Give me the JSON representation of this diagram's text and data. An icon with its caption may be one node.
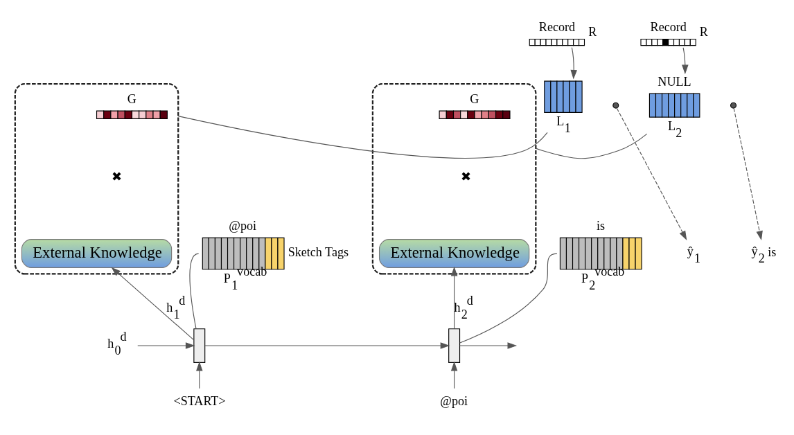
{
  "diagram": {
    "nodes": [
      {
        "text": [
          "Record"
        ],
        "beside": [
          "R"
        ]
      },
      {
        "text": [
          "Record"
        ],
        "beside": [
          "R"
        ]
      },
      {
        "text": [],
        "shape": "box"
      },
      {
        "text": [
          "G"
        ],
        "in": 2
      },
      {
        "text": [
          "External Knowledge"
        ],
        "in": 2
      },
      {
        "text": [
          "L$_{1}$"
        ]
      },
      {
        "text": [],
        "shape": "circle"
      },
      {
        "text": [
          "ŷ$_{1}$"
        ]
      },
      {
        "text": [
          "@poi",
          "P$_{1}$$^{vocab}$"
        ],
        "beside": [
          "Sketch Tags"
        ]
      },
      {
        "text": [],
        "shape": "box"
      },
      {
        "text": [
          "h$_{0}$$^{d}$"
        ]
      },
      {
        "text": [
          "<START>"
        ]
      },
      {
        "text": [],
        "shape": "box"
      },
      {
        "text": [
          "G"
        ],
        "in": 12
      },
      {
        "text": [
          "External Knowledge"
        ],
        "in": 12
      },
      {
        "text": [
          "NULL",
          "L$_{2}$"
        ]
      },
      {
        "text": [],
        "shape": "circle"
      },
      {
        "text": [
          "ŷ$_{2}$"
        ],
        "beside": [
          "is"
        ]
      },
      {
        "text": [
          "is",
          "P$_{2}$$^{vocab}$"
        ]
      },
      {
        "text": [],
        "shape": "box"
      },
      {
        "text": [
          "@poi"
        ]
      }
    ],
    "edges": [
      {
        "from": 0,
        "to": 5,
        "arrow": "to"
      },
      {
        "from": 2,
        "to": 5,
        "arrow": "none"
      },
      {
        "from": 6,
        "to": 7,
        "arrow": "to",
        "style": "dashed"
      },
      {
        "from": 9,
        "to": 4,
        "arrow": "to",
        "label": "h$_{1}$$^{d}$"
      },
      {
        "from": 9,
        "to": 8,
        "arrow": "none"
      },
      {
        "from": 10,
        "to": 9,
        "arrow": "to"
      },
      {
        "from": 11,
        "to": 9,
        "arrow": "to"
      },
      {
        "from": 9,
        "to": 19,
        "arrow": "to"
      },
      {
        "from": 1,
        "to": 15,
        "arrow": "to"
      },
      {
        "from": 12,
        "to": 15,
        "arrow": "none"
      },
      {
        "from": 16,
        "to": 17,
        "arrow": "to",
        "style": "dashed"
      },
      {
        "from": 19,
        "to": 14,
        "arrow": "to",
        "label": "h$_{2}$$^{d}$"
      },
      {
        "from": 19,
        "to": 18,
        "arrow": "none"
      },
      {
        "from": 20,
        "to": 19,
        "arrow": "to"
      },
      {
        "from": 19,
        "to": null,
        "arrow": "to"
      }
    ],
    "labels": [
      "✖",
      "✖"
    ]
  }
}
